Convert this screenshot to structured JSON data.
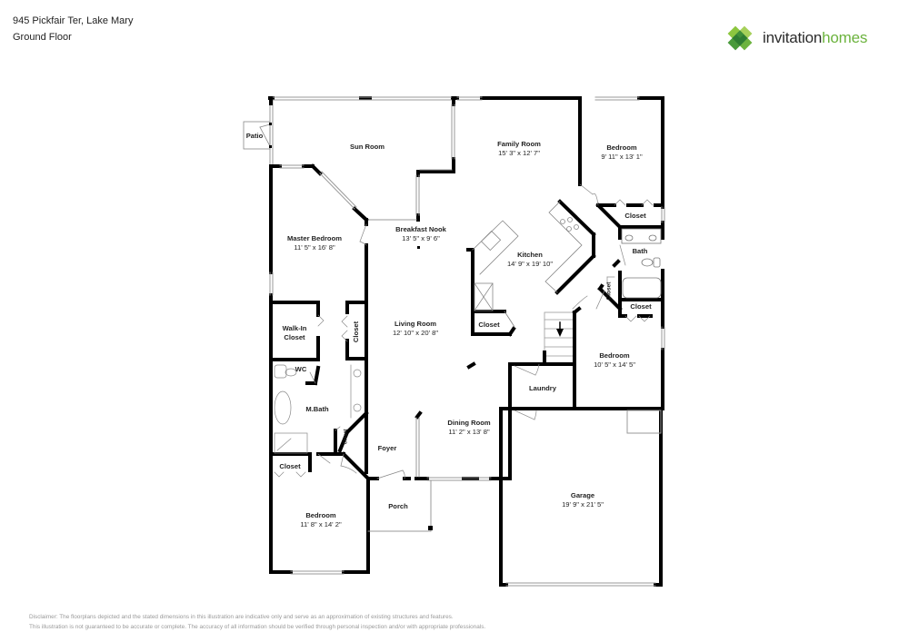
{
  "header": {
    "address": "945 Pickfair Ter, Lake Mary",
    "floor": "Ground Floor"
  },
  "logo": {
    "word1": "invitation",
    "word2": "homes",
    "icon": "clover-diamond-logo-icon",
    "colors": {
      "dark_green": "#3f8f3a",
      "light_green": "#8cc63f",
      "text_dark": "#2b2b2b",
      "text_green": "#6cb33e"
    }
  },
  "rooms": {
    "patio": {
      "name": "Patio"
    },
    "sun_room": {
      "name": "Sun Room"
    },
    "family_room": {
      "name": "Family Room",
      "dims": "15' 3\" x 12' 7\""
    },
    "bedroom_ne": {
      "name": "Bedroom",
      "dims": "9' 11\" x 13' 1\""
    },
    "closet_ne": {
      "name": "Closet"
    },
    "master_bedroom": {
      "name": "Master Bedroom",
      "dims": "11' 5\" x 16' 8\""
    },
    "breakfast_nook": {
      "name": "Breakfast Nook",
      "dims": "13' 5\" x 9' 6\""
    },
    "kitchen": {
      "name": "Kitchen",
      "dims": "14' 9\" x 19' 10\""
    },
    "bath": {
      "name": "Bath"
    },
    "closet_small_vertical": {
      "name": "Closet"
    },
    "closet_e": {
      "name": "Closet"
    },
    "closet_kitchen": {
      "name": "Closet"
    },
    "walk_in_closet": {
      "name": "Walk-In\nCloset",
      "line1": "Walk-In",
      "line2": "Closet"
    },
    "closet_master": {
      "name": "Closet"
    },
    "living_room": {
      "name": "Living Room",
      "dims": "12' 10\" x 20' 8\""
    },
    "wc": {
      "name": "WC"
    },
    "master_bath": {
      "name": "M.Bath"
    },
    "closet_mbath": {
      "name": "Closet"
    },
    "bedroom_e": {
      "name": "Bedroom",
      "dims": "10' 5\" x 14' 5\""
    },
    "laundry": {
      "name": "Laundry"
    },
    "dining_room": {
      "name": "Dining Room",
      "dims": "11' 2\" x 13' 8\""
    },
    "foyer": {
      "name": "Foyer"
    },
    "closet_sw": {
      "name": "Closet"
    },
    "bedroom_sw": {
      "name": "Bedroom",
      "dims": "11' 8\" x 14' 2\""
    },
    "porch": {
      "name": "Porch"
    },
    "garage": {
      "name": "Garage",
      "dims": "19' 9\" x 21' 5\""
    }
  },
  "stairs": {
    "direction": "down",
    "icon": "stairs-down-arrow-icon"
  },
  "disclaimer": {
    "line1": "Disclaimer: The floorplans depicted and the stated dimensions in this illustration are indicative only and serve as an approximation of existing structures and features.",
    "line2": "This illustration is not guaranteed to be accurate or complete. The accuracy of all information should be verified through personal inspection and/or with appropriate professionals."
  }
}
